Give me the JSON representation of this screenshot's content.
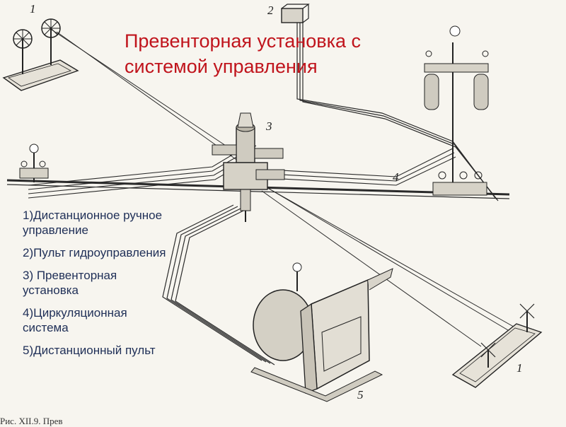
{
  "title": {
    "line1": "Превенторная установка с",
    "line2": "системой управления"
  },
  "legend": [
    "1)Дистанционное ручное управление",
    "2)Пульт гидроуправления",
    "3) Превенторная установка",
    "4)Циркуляционная система",
    "5)Дистанционный пульт"
  ],
  "callouts": [
    "1",
    "2",
    "3",
    "4",
    "5",
    "1"
  ],
  "caption": "Рис. XII.9. Прев"
}
